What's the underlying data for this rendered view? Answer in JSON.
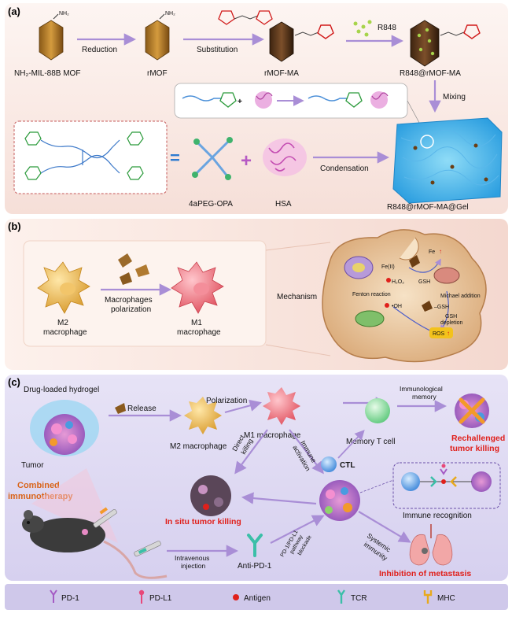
{
  "panel_a": {
    "tag": "(a)",
    "steps": [
      "Reduction",
      "Substitution",
      "R848",
      "Mixing",
      "Condensation"
    ],
    "mof_labels": [
      "NH₂-MIL-88B MOF",
      "rMOF",
      "rMOF-MA",
      "R848@rMOF-MA"
    ],
    "nh2": "NH₂",
    "equals": "=",
    "plus": "+",
    "component_labels": [
      "4aPEG-OPA",
      "HSA"
    ],
    "gel_label": "R848@rMOF-MA@Gel"
  },
  "panel_b": {
    "tag": "(b)",
    "m2_label": [
      "M2",
      "macrophage"
    ],
    "m1_label": [
      "M1",
      "macrophage"
    ],
    "polarization": [
      "Macrophages",
      "polarization"
    ],
    "mechanism": "Mechanism",
    "cell": {
      "fe_up": "Fe",
      "fe2": "Fe(II)",
      "h2o2": "H₂O₂",
      "gsh": "GSH",
      "michael": "Michael addition",
      "fenton": "Fenton reaction",
      "oh": "•OH",
      "sgsh": "–GSH",
      "gsh_depletion": [
        "GSH",
        "depletion"
      ],
      "ros": "ROS"
    }
  },
  "panel_c": {
    "tag": "(c)",
    "hydrogel": "Drug-loaded hydrogel",
    "release": "Release",
    "polarization": "Polarization",
    "m2": "M2 macrophage",
    "m1": "M1 macrophage",
    "immuno_memory": [
      "Immunological",
      "memory"
    ],
    "memory_t": "Memory T cell",
    "rechallenged": [
      "Rechallenged",
      "tumor killing"
    ],
    "tumor": "Tumor",
    "direct_killing": [
      "Direct",
      "killing"
    ],
    "immune_activation": [
      "Immune",
      "activation"
    ],
    "ctl": "CTL",
    "combined": [
      "Combined",
      "immunotherapy"
    ],
    "in_situ": "In situ tumor killing",
    "immune_recognition": "Immune recognition",
    "intravenous": [
      "Intravenous",
      "injection"
    ],
    "anti_pd1": "Anti-PD-1",
    "blockade": [
      "PD-1/PD-L1",
      "pathway",
      "blockade"
    ],
    "systemic": [
      "Systemic",
      "immunity"
    ],
    "metastasis": "Inhibition of metastasis"
  },
  "legend": [
    {
      "icon": "pd1-icon",
      "label": "PD-1",
      "color": "#a55bc4"
    },
    {
      "icon": "pdl1-icon",
      "label": "PD-L1",
      "color": "#e8487a"
    },
    {
      "icon": "antigen-icon",
      "label": "Antigen",
      "color": "#e0201b"
    },
    {
      "icon": "tcr-icon",
      "label": "TCR",
      "color": "#3bbfa8"
    },
    {
      "icon": "mhc-icon",
      "label": "MHC",
      "color": "#e8a91c"
    }
  ],
  "colors": {
    "arrow": "#a98ed6",
    "panel_a_bg": "#fbeee9",
    "panel_b_bg": "#fbe9e2",
    "panel_c_bg": "#dcd7f0",
    "legend_bg": "#cfc8ea"
  }
}
